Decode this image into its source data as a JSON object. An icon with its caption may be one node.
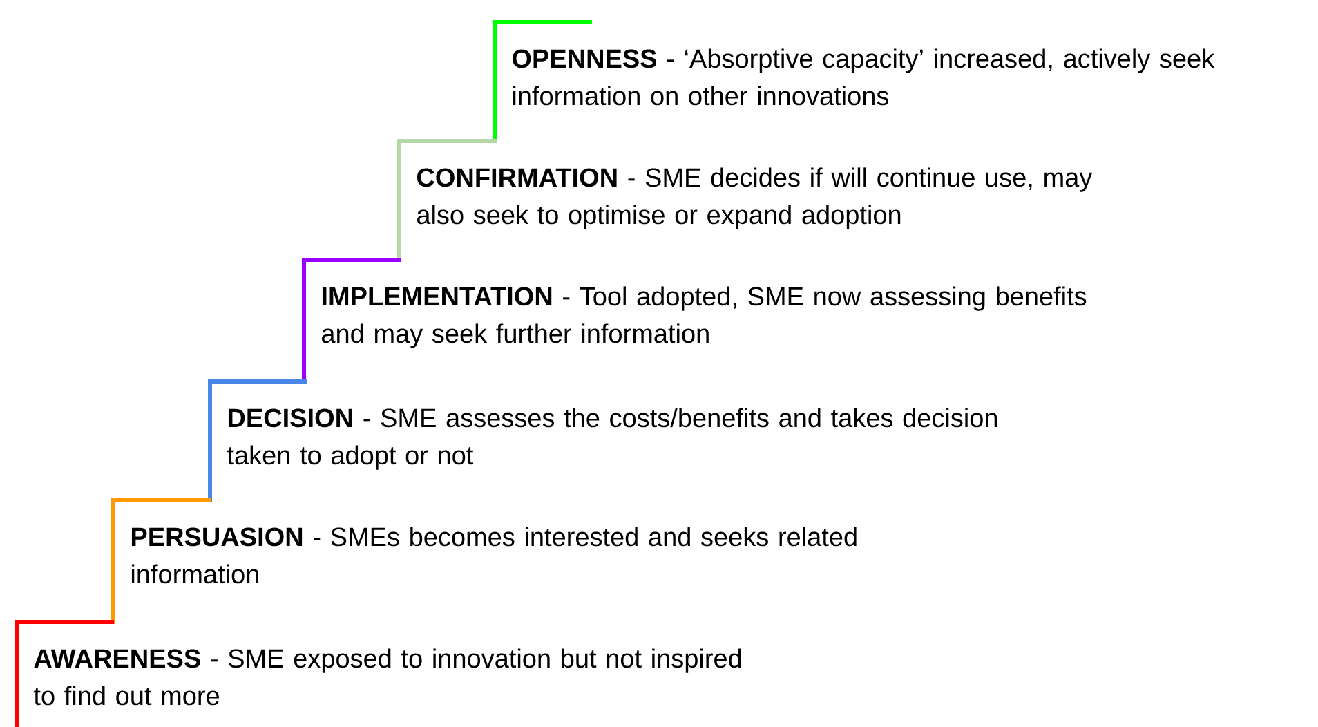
{
  "diagram": {
    "labels": [
      "**OPENNESS** - ‘Absorptive capacity’ increased, actively seek information on other innovations",
      "**CONFIRMATION** - SME decides if will continue use, may also seek to optimise or expand adoption",
      "**IMPLEMENTATION** - Tool adopted, SME now assessing benefits and may seek further information",
      "**DECISION** - SME assesses the costs/benefits and takes decision taken to adopt or not",
      "**PERSUASION** - SMEs becomes interested and seeks related information",
      "**AWARENESS** - SME exposed to innovation but not inspired to find out more"
    ]
  }
}
